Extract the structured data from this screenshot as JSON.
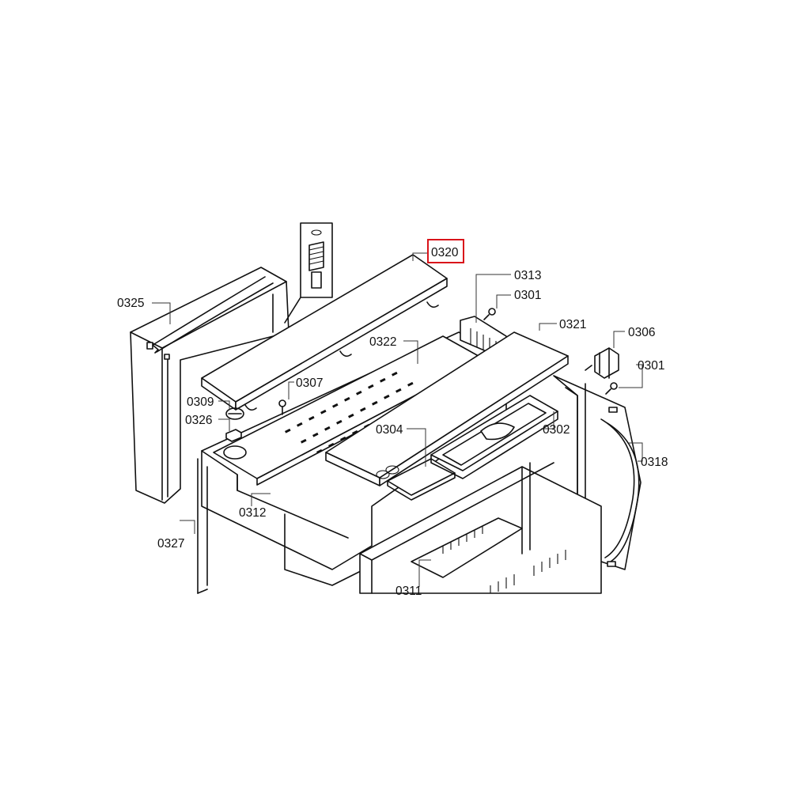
{
  "labels": {
    "l0320": "0320",
    "l0313": "0313",
    "l0301a": "0301",
    "l0325": "0325",
    "l0321": "0321",
    "l0306": "0306",
    "l0322": "0322",
    "l0301b": "0301",
    "l0307": "0307",
    "l0309": "0309",
    "l0326": "0326",
    "l0304": "0304",
    "l0302": "0302",
    "l0318": "0318",
    "l0312": "0312",
    "l0327": "0327",
    "l0311": "0311"
  },
  "highlighted_part": "0320",
  "colors": {
    "highlight": "#d9141a",
    "ink": "#111111",
    "background": "#ffffff"
  }
}
